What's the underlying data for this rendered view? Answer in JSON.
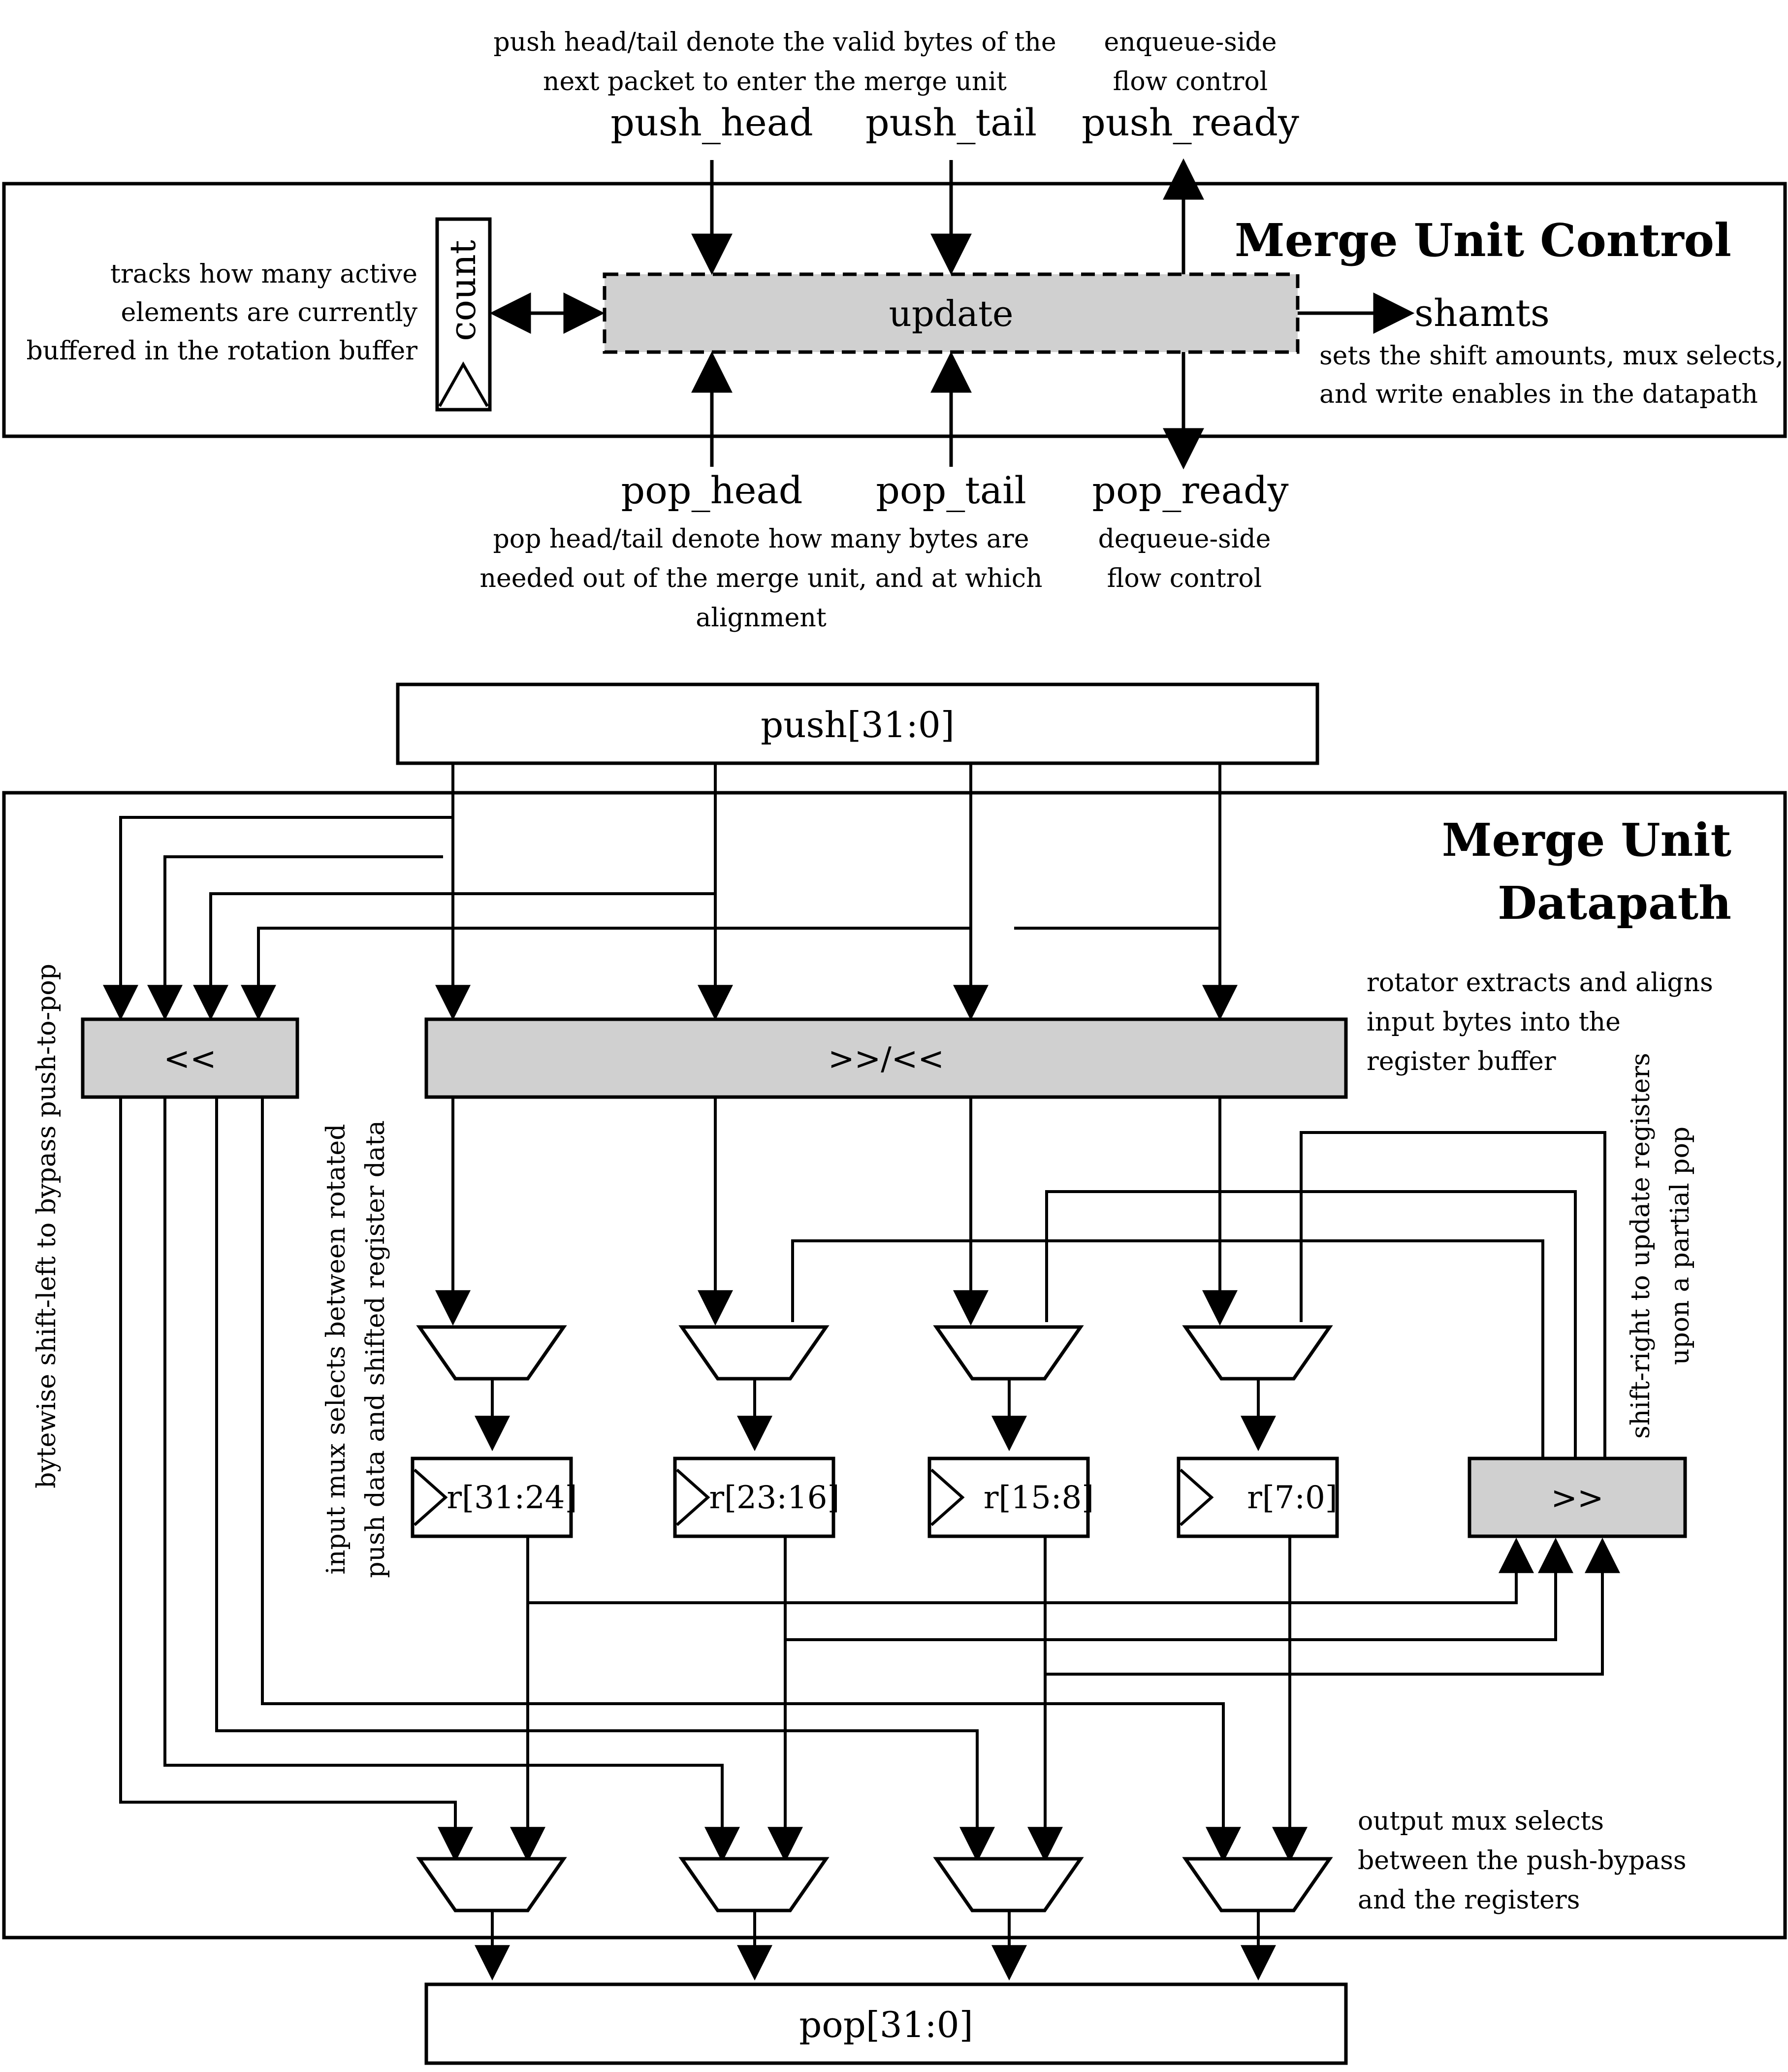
{
  "control": {
    "title": "Merge Unit Control",
    "update_label": "update",
    "count_label": "count",
    "signals": {
      "push_head": "push_head",
      "push_tail": "push_tail",
      "push_ready": "push_ready",
      "pop_head": "pop_head",
      "pop_tail": "pop_tail",
      "pop_ready": "pop_ready",
      "shamts": "shamts"
    },
    "notes": {
      "push_head_tail": [
        "push head/tail denote the valid bytes of the",
        "next packet to enter the merge unit"
      ],
      "enqueue": [
        "enqueue-side",
        "flow control"
      ],
      "count": [
        "tracks how many active",
        "elements are currently",
        "buffered in the rotation buffer"
      ],
      "shamts": [
        "sets the shift amounts, mux selects,",
        "and write enables in the datapath"
      ],
      "pop_head_tail": [
        "pop head/tail denote how many bytes are",
        "needed out of the merge unit, and at which",
        "alignment"
      ],
      "dequeue": [
        "dequeue-side",
        "flow control"
      ]
    }
  },
  "datapath": {
    "title": [
      "Merge Unit",
      "Datapath"
    ],
    "push_label": "push[31:0]",
    "pop_label": "pop[31:0]",
    "shift_left_label": "<<",
    "rotator_label": ">>/<<",
    "shift_right_label": ">>",
    "registers": [
      "r[31:24]",
      "r[23:16]",
      "r[15:8]",
      "r[7:0]"
    ],
    "notes": {
      "bypass": "bytewise shift-left to bypass push-to-pop",
      "rotator": [
        "rotator extracts and aligns",
        "input bytes into the",
        "register buffer"
      ],
      "input_mux": [
        "input mux selects between rotated",
        "push data and shifted register data"
      ],
      "shift_right": [
        "shift-right to update registers",
        "upon a partial pop"
      ],
      "output_mux": [
        "output mux selects",
        "between the push-bypass",
        "and the registers"
      ]
    }
  }
}
